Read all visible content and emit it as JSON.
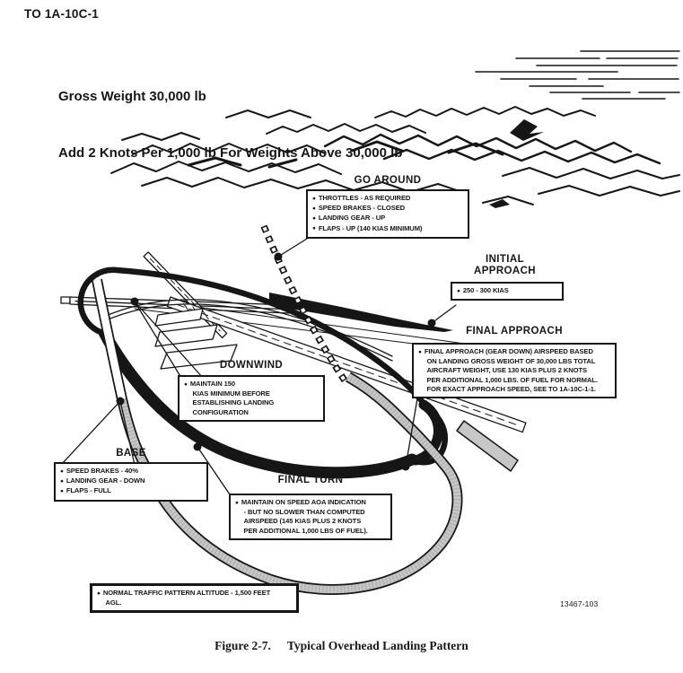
{
  "page": {
    "header": "TO 1A-10C-1",
    "weight_note_line1": "Gross Weight 30,000 lb",
    "weight_note_line2": "Add 2 Knots Per 1,000 lb For Weights Above 30,000 lb",
    "figure_number": "13467-103",
    "caption_label": "Figure 2-7.",
    "caption_title": "Typical Overhead Landing Pattern"
  },
  "callouts": {
    "go_around": {
      "title": "GO AROUND",
      "lines": [
        "THROTTLES - AS REQUIRED",
        "SPEED BRAKES - CLOSED",
        "LANDING GEAR - UP",
        "FLAPS - UP (140 KIAS MINIMUM)"
      ]
    },
    "initial_approach": {
      "title_line1": "INITIAL",
      "title_line2": "APPROACH",
      "line1": "250 - 300 KIAS"
    },
    "final_approach": {
      "title": "FINAL APPROACH",
      "lines": [
        "FINAL APPROACH (GEAR DOWN) AIRSPEED BASED",
        "ON LANDING GROSS WEIGHT OF 30,000 LBS TOTAL",
        "AIRCRAFT WEIGHT, USE 130 KIAS PLUS 2 KNOTS",
        "PER ADDITIONAL 1,000 LBS. OF FUEL FOR NORMAL.",
        "FOR EXACT APPROACH SPEED, SEE TO 1A-10C-1-1."
      ]
    },
    "downwind": {
      "title": "DOWNWIND",
      "lines": [
        "MAINTAIN 150",
        "KIAS MINIMUM BEFORE",
        "ESTABLISHING LANDING",
        "CONFIGURATION"
      ]
    },
    "base": {
      "title": "BASE",
      "lines": [
        "SPEED BRAKES - 40%",
        "LANDING GEAR - DOWN",
        "FLAPS - FULL"
      ]
    },
    "final_turn": {
      "title": "FINAL TURN",
      "lines": [
        "MAINTAIN ON SPEED AOA INDICATION",
        "- BUT NO SLOWER THAN COMPUTED",
        "AIRSPEED (145 KIAS PLUS 2 KNOTS",
        "PER ADDITIONAL 1,000 LBS OF FUEL)."
      ]
    },
    "altitude_note": {
      "lines": [
        "NORMAL TRAFFIC PATTERN ALTITUDE - 1,500 FEET",
        "AGL."
      ]
    }
  },
  "colors": {
    "ink": "#161616",
    "ribbon_gray": "#c7c7c7",
    "paper": "#ffffff"
  }
}
